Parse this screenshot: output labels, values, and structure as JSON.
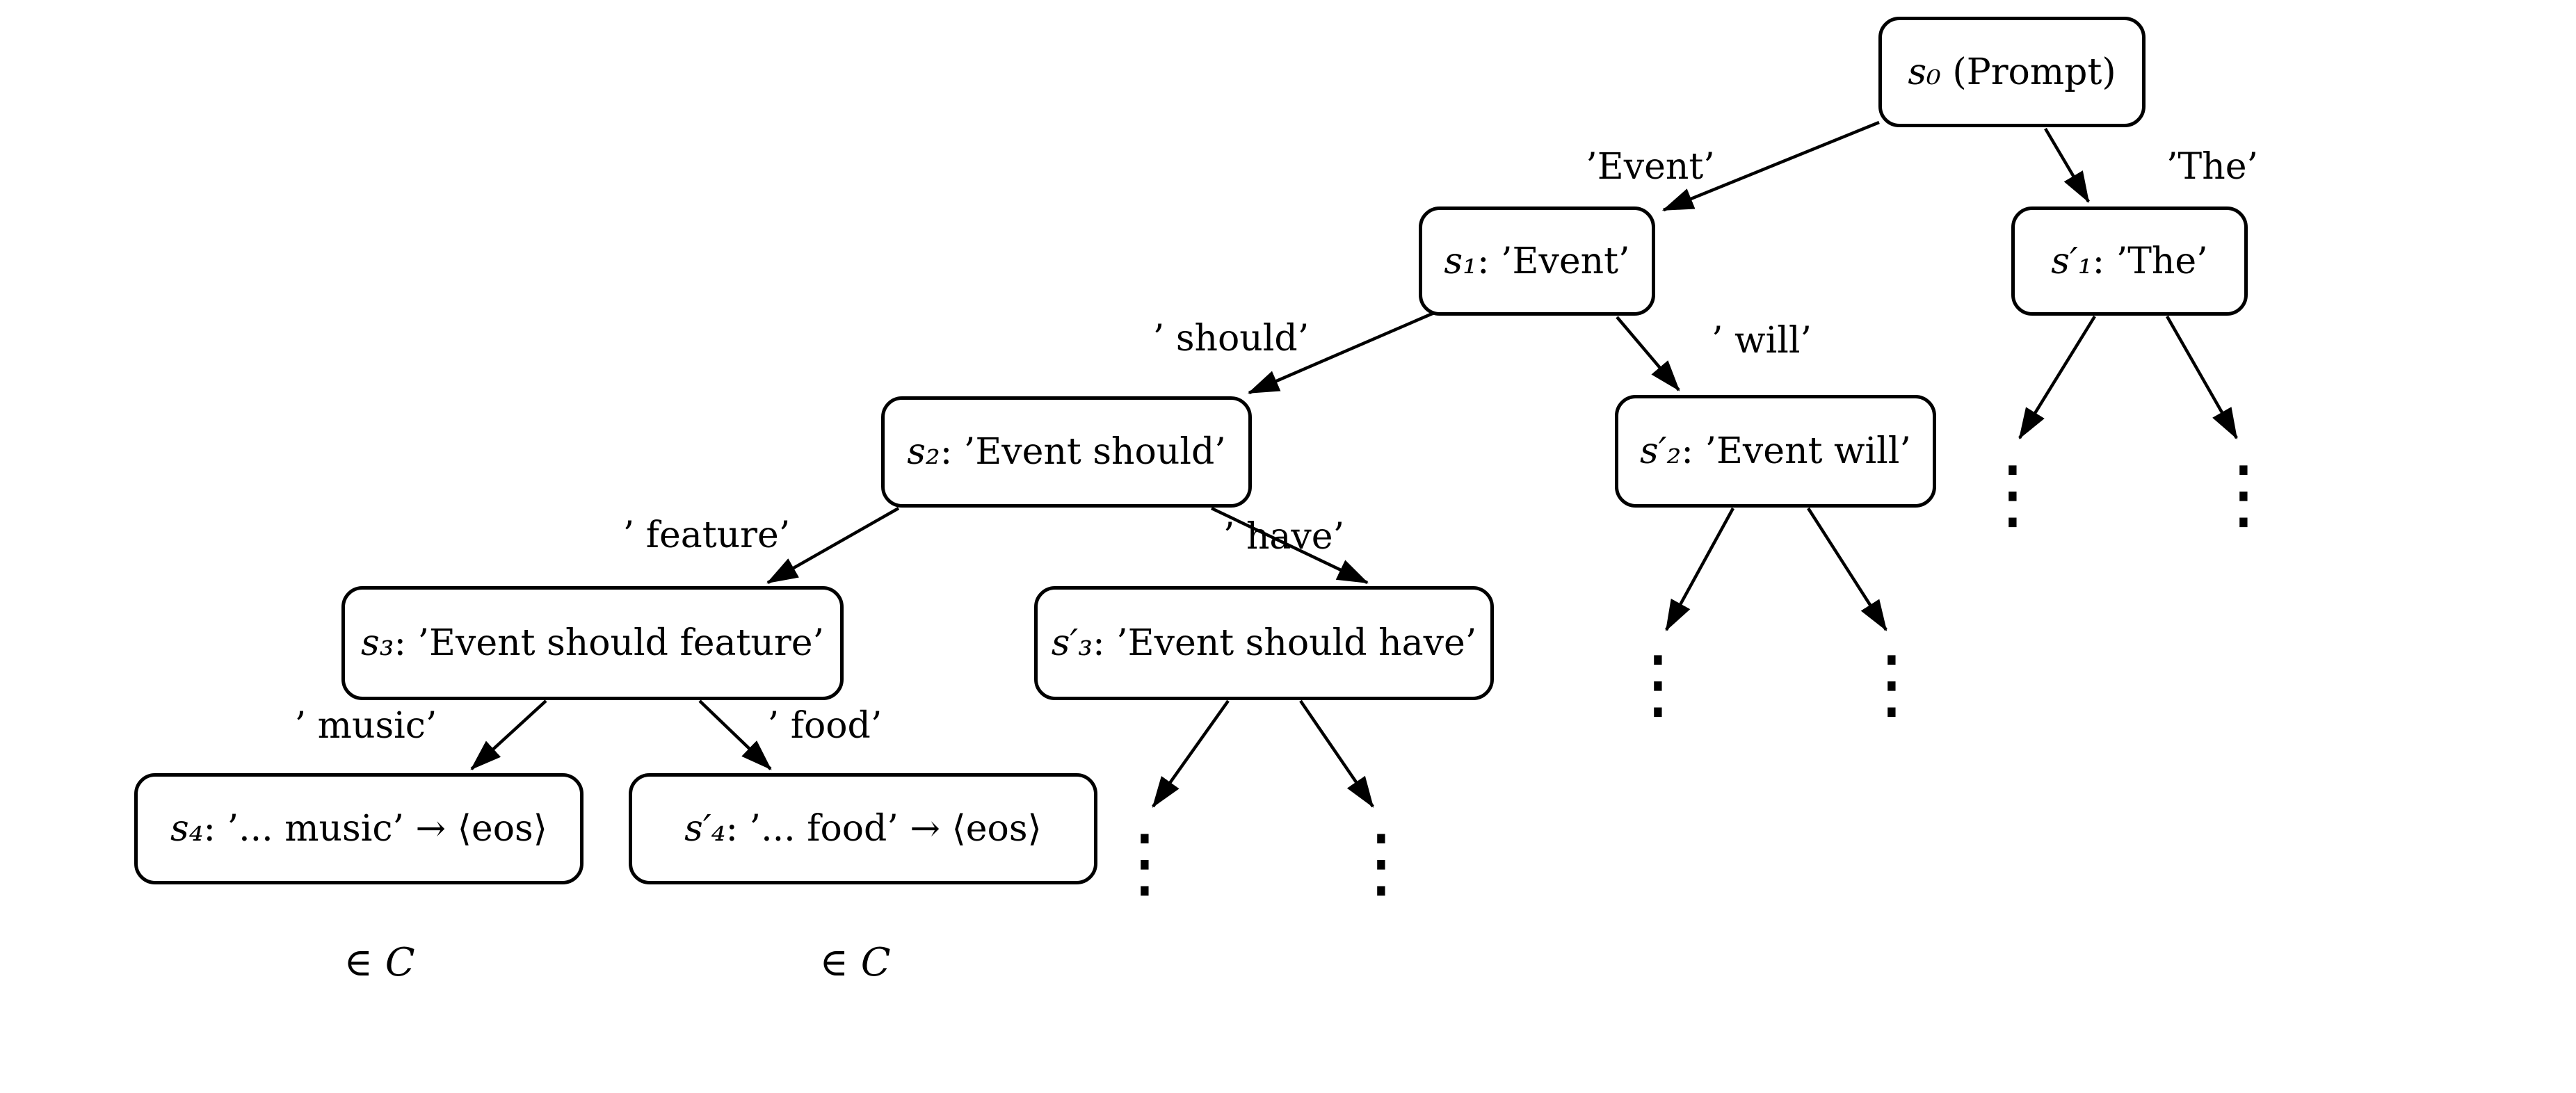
{
  "nodes": {
    "s0": {
      "var": "s₀",
      "rest": " (Prompt)"
    },
    "s1": {
      "var": "s₁",
      "rest": ": ’Event’"
    },
    "s1p": {
      "var": "s′₁",
      "rest": ": ’The’"
    },
    "s2": {
      "var": "s₂",
      "rest": ": ’Event should’"
    },
    "s2p": {
      "var": "s′₂",
      "rest": ": ’Event will’"
    },
    "s3": {
      "var": "s₃",
      "rest": ": ’Event should feature’"
    },
    "s3p": {
      "var": "s′₃",
      "rest": ": ’Event should have’"
    },
    "s4": {
      "var": "s₄",
      "rest": ": ’... music’ → ⟨eos⟩"
    },
    "s4p": {
      "var": "s′₄",
      "rest": ": ’... food’ → ⟨eos⟩"
    }
  },
  "edges": {
    "s0_s1": {
      "label": "’Event’"
    },
    "s0_s1p": {
      "label": "’The’"
    },
    "s1_s2": {
      "label": "’ should’"
    },
    "s1_s2p": {
      "label": "’ will’"
    },
    "s2_s3": {
      "label": "’ feature’"
    },
    "s2_s3p": {
      "label": "’ have’"
    },
    "s3_s4": {
      "label": "’ music’"
    },
    "s3_s4p": {
      "label": "’ food’"
    }
  },
  "annotations": {
    "ellipsis": "⋮",
    "s4_membership": {
      "symbol": "∈",
      "set": "C"
    },
    "s4p_membership": {
      "symbol": "∈",
      "set": "C"
    }
  }
}
